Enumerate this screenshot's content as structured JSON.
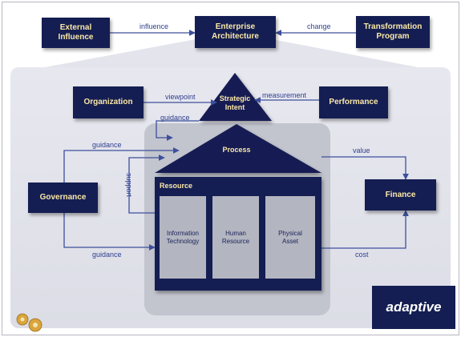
{
  "nodes": {
    "external_influence": "External\nInfluence",
    "enterprise_architecture": "Enterprise\nArchitecture",
    "transformation_program": "Transformation\nProgram",
    "organization": "Organization",
    "strategic_intent": "Strategic\nIntent",
    "performance": "Performance",
    "process": "Process",
    "governance": "Governance",
    "resource": "Resource",
    "finance": "Finance",
    "information_technology": "Information\nTechnology",
    "human_resource": "Human\nResource",
    "physical_asset": "Physical\nAsset"
  },
  "edges": {
    "influence": "influence",
    "change": "change",
    "viewpoint": "viewpoint",
    "measurement": "measurement",
    "guidance_intent": "guidance",
    "guidance_process": "guidance",
    "guidance_resource": "guidance",
    "support": "support",
    "value": "value",
    "cost": "cost"
  },
  "logo": {
    "text": "adaptive"
  },
  "colors": {
    "box": "#141e52",
    "box_text": "#fbe8a8",
    "label": "#2f3f8f",
    "arrow": "#3d4f9b"
  }
}
